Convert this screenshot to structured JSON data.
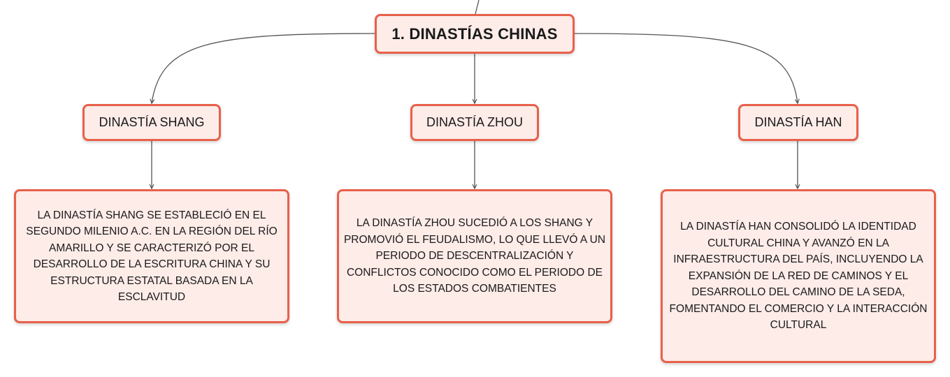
{
  "root": {
    "label": "1. DINASTÍAS CHINAS"
  },
  "branches": [
    {
      "label": "DINASTÍA SHANG",
      "detail": "LA DINASTÍA SHANG SE ESTABLECIÓ EN EL SEGUNDO MILENIO A.C. EN LA REGIÓN DEL RÍO AMARILLO Y SE CARACTERIZÓ POR EL DESARROLLO DE LA ESCRITURA CHINA Y SU ESTRUCTURA ESTATAL BASADA EN LA ESCLAVITUD"
    },
    {
      "label": "DINASTÍA ZHOU",
      "detail": "LA DINASTÍA ZHOU SUCEDIÓ A LOS SHANG Y PROMOVIÓ EL FEUDALISMO, LO QUE LLEVÓ A UN PERIODO DE DESCENTRALIZACIÓN Y CONFLICTOS CONOCIDO COMO EL PERIODO DE LOS ESTADOS COMBATIENTES"
    },
    {
      "label": "DINASTÍA HAN",
      "detail": "LA DINASTÍA HAN CONSOLIDÓ LA IDENTIDAD CULTURAL CHINA Y AVANZÓ EN LA INFRAESTRUCTURA DEL PAÍS, INCLUYENDO LA EXPANSIÓN DE LA RED DE CAMINOS Y EL DESARROLLO DEL CAMINO DE LA SEDA, FOMENTANDO EL COMERCIO Y LA INTERACCIÓN CULTURAL"
    }
  ],
  "colors": {
    "node_fill": "#fdece8",
    "node_border": "#e8604a",
    "connector": "#555555"
  }
}
